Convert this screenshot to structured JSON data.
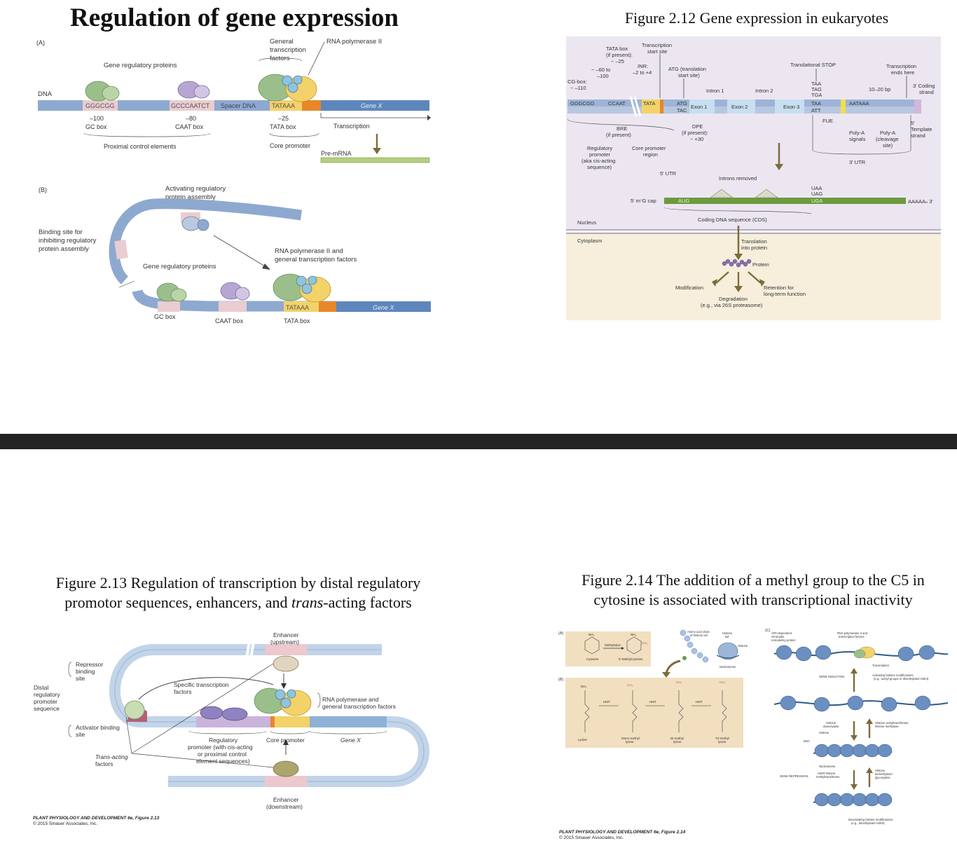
{
  "slide_top": {
    "title": "Regulation of gene expression",
    "panel_a": {
      "label": "(A)",
      "dna_label": "DNA",
      "gene_regulatory_proteins": "Gene regulatory proteins",
      "general_tf": [
        "General",
        "transcription",
        "factors"
      ],
      "rna_pol": "RNA polymerase II",
      "seq_gc": "GGGCGG",
      "seq_caat": "GCCCAATCT",
      "spacer": "Spacer DNA",
      "seq_tata": "TATAAA",
      "gene": "Gene X",
      "pos_gc": "–100",
      "pos_caat": "–80",
      "pos_tata": "–25",
      "gc_box": "GC box",
      "caat_box": "CAAT box",
      "tata_box": "TATA box",
      "transcription": "Transcription",
      "proximal": "Proximal control elements",
      "core_promoter": "Core promoter",
      "pre_mrna": "Pre-mRNA"
    },
    "panel_b": {
      "label": "(B)",
      "activating": [
        "Activating regulatory",
        "protein assembly"
      ],
      "inhibiting": [
        "Binding site for",
        "inhibiting regulatory",
        "protein assembly"
      ],
      "gene_regulatory_proteins": "Gene regulatory proteins",
      "rnapol_gtf": [
        "RNA polymerase II and",
        "general transcription factors"
      ],
      "seq_tata": "TATAAA",
      "gene": "Gene X",
      "gc_box": "GC box",
      "caat_box": "CAAT box",
      "tata_box": "TATA box"
    }
  },
  "fig212": {
    "title": "Figure 2.12  Gene expression in eukaryotes",
    "labels": {
      "tata_box": [
        "TATA box",
        "(if present):",
        "~ –25"
      ],
      "tss": [
        "Transcription",
        "start site"
      ],
      "inr": [
        "INR:",
        "–2 to +4"
      ],
      "minus60": [
        "~ –60 to",
        "–100"
      ],
      "cg_box": [
        "CG-box:",
        "~ –110"
      ],
      "atg": [
        "ATG (translation",
        "start site)"
      ],
      "intron1": "Intron 1",
      "intron2": "Intron 2",
      "trans_stop": "Translational STOP",
      "stop_codons": [
        "TAA",
        "TAG",
        "TGA"
      ],
      "trans_ends": [
        "Transcription",
        "ends here"
      ],
      "bp": "10–20 bp",
      "coding_strand": [
        "3′ Coding",
        "strand"
      ],
      "template_strand": [
        "5′",
        "Template",
        "strand"
      ],
      "seq_gggcgg": "GGGCGG",
      "seq_ccaat": "CCAAT",
      "seq_tata": "TATA",
      "seq_atg": "ATG",
      "seq_tac": "TAC",
      "exon1": "Exon 1",
      "exon2": "Exon 2",
      "exon3": "Exon 3",
      "taa": "TAA",
      "att": "ATT",
      "aataaa": "AATAAA",
      "fue": "FUE",
      "bre": [
        "BRE",
        "(if present)"
      ],
      "dpe": [
        "DPE",
        "(if present):",
        "~ +30"
      ],
      "reg_promoter": [
        "Regulatory",
        "promoter",
        "(aka cis-acting",
        "sequence)"
      ],
      "core_promoter": [
        "Core promoter",
        "region"
      ],
      "polya_signals": [
        "Poly-A",
        "signals"
      ],
      "polya_site": [
        "Poly-A",
        "(cleavage",
        "site)"
      ],
      "utr5": "5′ UTR",
      "utr3": "3′ UTR",
      "introns_removed": "Introns removed",
      "cap": "5′ m⁷G cap",
      "aug": "AUG",
      "uga_codons": [
        "UAA",
        "UAG",
        "UGA"
      ],
      "polya_tail": "AAAAAₙ 3′",
      "cds": "Coding DNA sequence (CDS)",
      "nucleus": "Nucleus",
      "cytoplasm": "Cytoplasm",
      "translation": [
        "Translation",
        "into protein"
      ],
      "protein": "Protein",
      "modification": "Modification",
      "retention": [
        "Retention for",
        "long-term function"
      ],
      "degradation": [
        "Degradation",
        "(e.g., via 26S proteasome)"
      ]
    }
  },
  "fig213": {
    "title_1": "Figure 2.13  Regulation of transcription by distal regulatory",
    "title_2a": "promotor sequences, enhancers, and ",
    "title_2b": "trans",
    "title_2c": "-acting factors",
    "labels": {
      "enhancer_up": [
        "Enhancer",
        "(upstream)"
      ],
      "repressor": [
        "Repressor",
        "binding",
        "site"
      ],
      "distal": [
        "Distal",
        "regulatory",
        "promoter",
        "sequence"
      ],
      "specific_tf": [
        "Specific transcription",
        "factors"
      ],
      "rnapol": [
        "RNA polymerase and",
        "general transcription factors"
      ],
      "activator": [
        "Activator binding",
        "site"
      ],
      "reg_promoter": [
        "Regulatory",
        "promoter (with cis-acting",
        "or proximal control",
        "element sequences)"
      ],
      "core_promoter": "Core promoter",
      "gene": "Gene X",
      "trans_acting": [
        "Trans-acting",
        "factors"
      ],
      "enhancer_down": [
        "Enhancer",
        "(downstream)"
      ]
    },
    "credit_1": "PLANT PHYSIOLOGY AND DEVELOPMENT 6e, Figure 2.13",
    "credit_2": "© 2015 Sinauer Associates, Inc."
  },
  "fig214": {
    "title_1": "Figure 2.14  The addition of a methyl group to the C5 in",
    "title_2": "cytosine is associated with transcriptional inactivity",
    "labels": {
      "a": "(A)",
      "b": "(B)",
      "c": "(C)",
      "nh2": "NH₂",
      "ch3": "CH₃",
      "methylation": "Methylation",
      "cytosine": "Cytosine",
      "methylcytosine": "5′-Methylcytosine",
      "amino_chain": [
        "Amino acid chain",
        "of histone tail"
      ],
      "histone_tail": [
        "Histone",
        "tail"
      ],
      "histone": "Histone",
      "nucleosome": "Nucleosome",
      "hmt": "HMT",
      "lysine": "Lysine",
      "mono": [
        "Mono-methyl",
        "lysine"
      ],
      "di": [
        "Di-methyl",
        "lysine"
      ],
      "tri": [
        "Tri-methyl",
        "lysine"
      ],
      "remodeling": [
        "ATP-dependent",
        "chromatin",
        "remodeling protein"
      ],
      "rnapol": [
        "RNA polymerase II and",
        "transcription factors"
      ],
      "transcription": "Transcription",
      "gene_induction": "GENE INDUCTION",
      "activating_mods": [
        "Activating histone modifications",
        "(e.g., acetyl groups or dimethylated H3K4)"
      ],
      "deacetylase": [
        "Histone",
        "deacetylase"
      ],
      "acetyltransferase": [
        "Histone acetyltransferase,",
        "histone methylase"
      ],
      "dna": "DNA",
      "gene_repression": "GENE REPRESSION",
      "h3k9": [
        "H3K9 histone",
        "methyltransferase"
      ],
      "demethylase": [
        "Histone",
        "demethylase/",
        "glycosylase"
      ],
      "deactivating_mods": [
        "Deactivating histone modifications",
        "(e.g., dimethylated H3K9)"
      ]
    },
    "credit_1": "PLANT PHYSIOLOGY AND DEVELOPMENT 6e, Figure 2.14",
    "credit_2": "© 2015 Sinauer Associates, Inc."
  },
  "colors": {
    "dna_blue": "#8ea9cf",
    "tata_yellow": "#f3d26a",
    "core_orange": "#e8872a",
    "box_pink": "#e9cdd0",
    "green_protein": "#9bbf8a",
    "purple_protein": "#b8a6d2",
    "lavender_panel": "#ece6f1",
    "cytoplasm_cream": "#f7efdc",
    "arrow_olive": "#7d6b3a",
    "divider": "#232323"
  }
}
